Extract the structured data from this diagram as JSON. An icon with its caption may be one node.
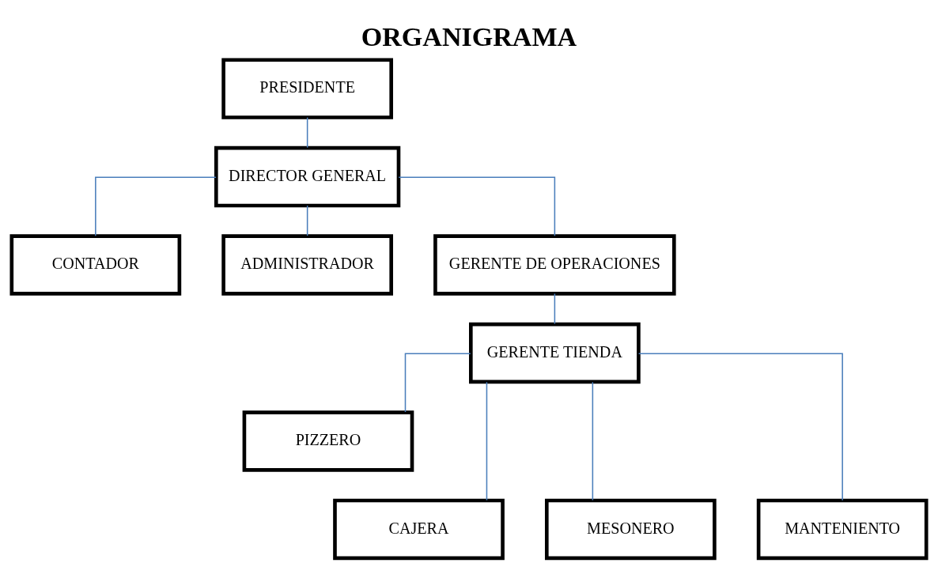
{
  "diagram": {
    "title": "ORGANIGRAMA",
    "nodes": [
      {
        "text": [
          "PRESIDENTE"
        ]
      },
      {
        "text": [
          "DIRECTOR GENERAL"
        ]
      },
      {
        "text": [
          "CONTADOR"
        ]
      },
      {
        "text": [
          "ADMINISTRADOR"
        ]
      },
      {
        "text": [
          "GERENTE DE OPERACIONES"
        ]
      },
      {
        "text": [
          "GERENTE TIENDA"
        ]
      },
      {
        "text": [
          "PIZZERO"
        ]
      },
      {
        "text": [
          "CAJERA"
        ]
      },
      {
        "text": [
          "MESONERO"
        ]
      },
      {
        "text": [
          "MANTENIENTO"
        ]
      }
    ],
    "edges": [
      {
        "from": 0,
        "to": 1,
        "arrow": "none",
        "color": "#4a7ebb"
      },
      {
        "from": 1,
        "to": 2,
        "arrow": "none",
        "color": "#4a7ebb"
      },
      {
        "from": 1,
        "to": 3,
        "arrow": "none",
        "color": "#4a7ebb"
      },
      {
        "from": 1,
        "to": 4,
        "arrow": "none",
        "color": "#4a7ebb"
      },
      {
        "from": 4,
        "to": 5,
        "arrow": "none",
        "color": "#4a7ebb"
      },
      {
        "from": 5,
        "to": 6,
        "arrow": "none",
        "color": "#4a7ebb"
      },
      {
        "from": 5,
        "to": 7,
        "arrow": "none",
        "color": "#4a7ebb"
      },
      {
        "from": 5,
        "to": 8,
        "arrow": "none",
        "color": "#4a7ebb"
      },
      {
        "from": 5,
        "to": 9,
        "arrow": "none",
        "color": "#4a7ebb"
      }
    ]
  }
}
